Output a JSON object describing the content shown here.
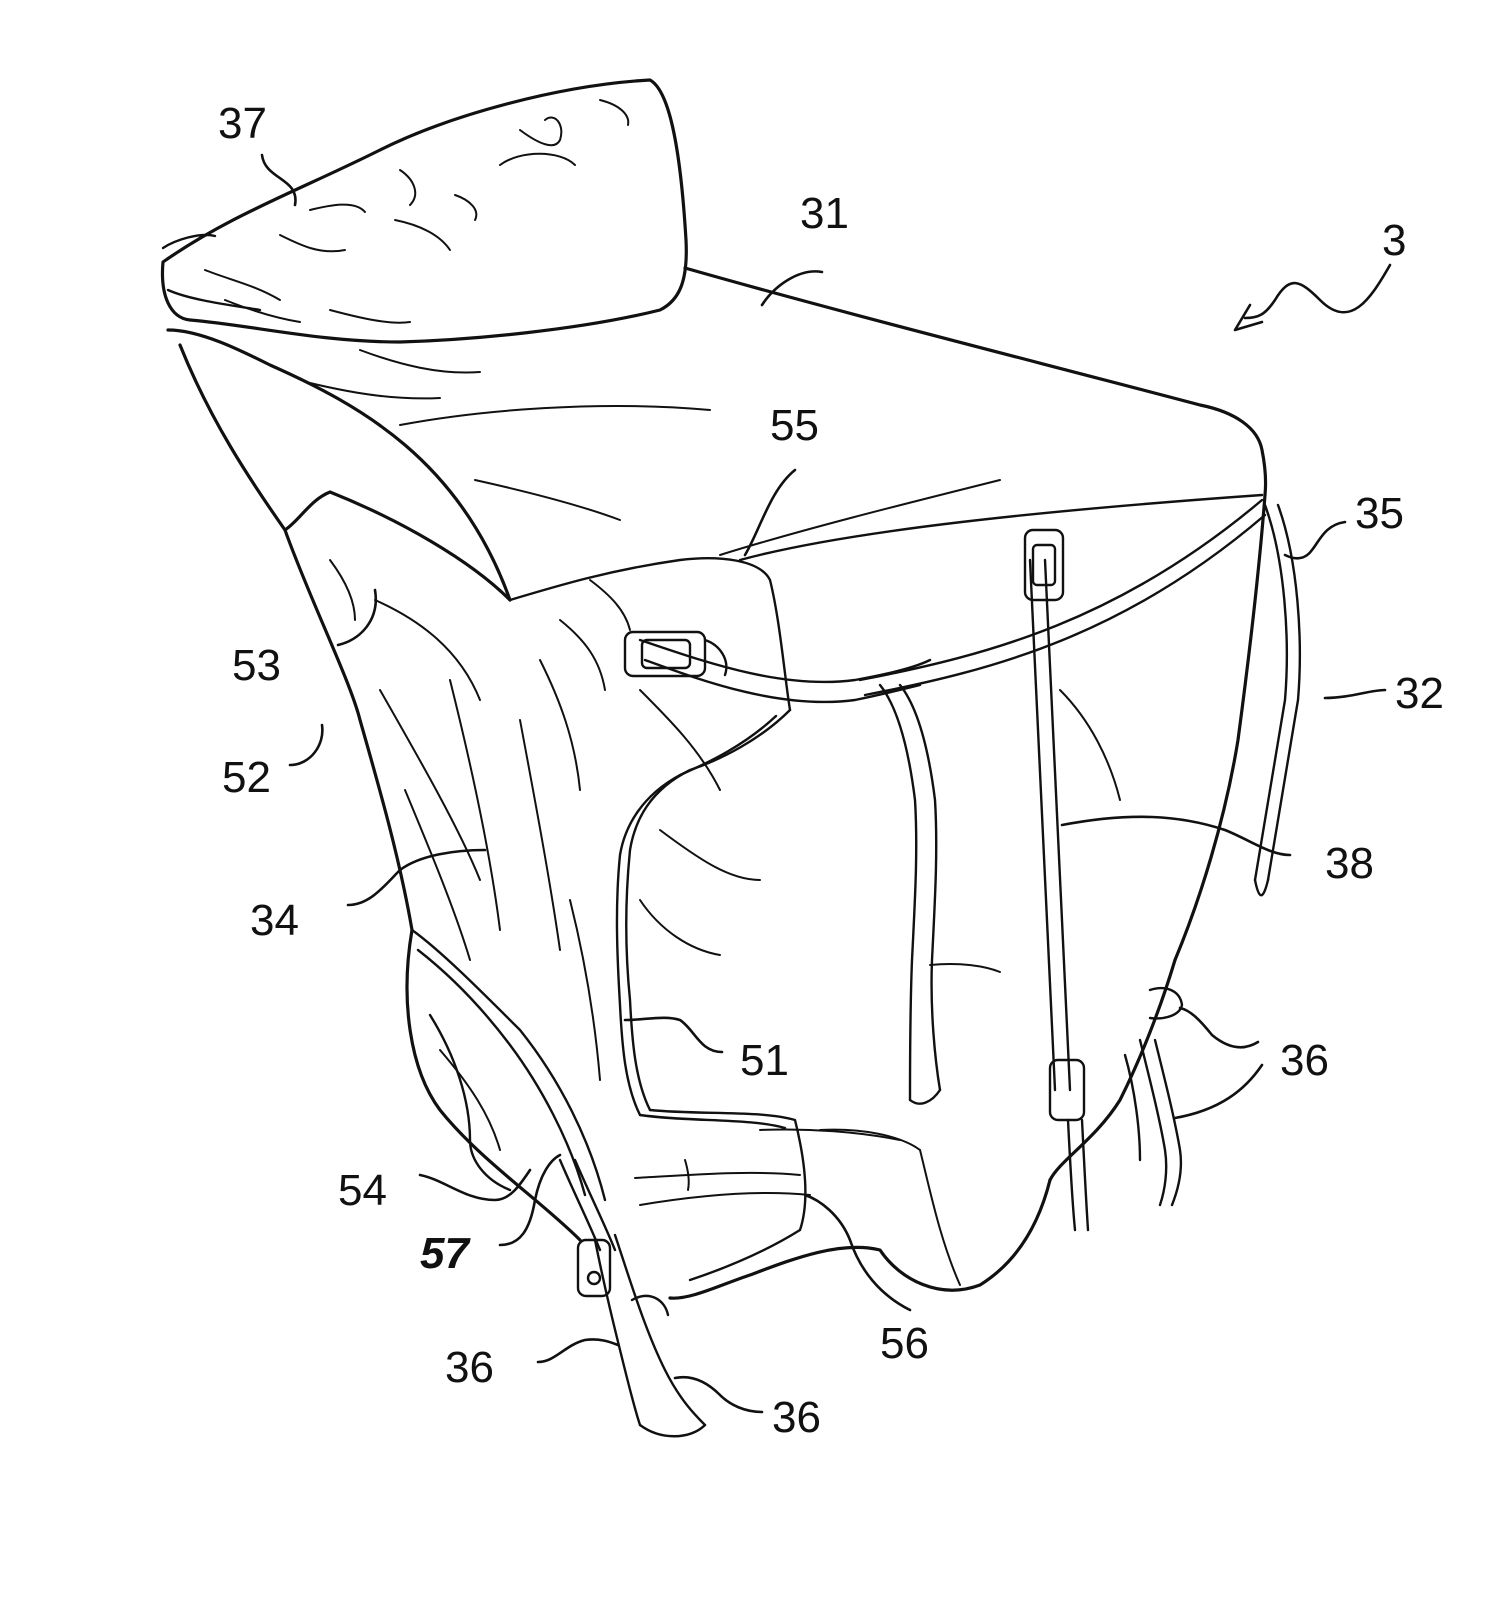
{
  "figure": {
    "reference_labels": {
      "assembly": "3",
      "top_panel": "31",
      "side_panel": "32",
      "front_panel": "34",
      "upper_strap": "35",
      "strap_36_right": "36",
      "strap_36_lower_left": "36",
      "strap_36_lower": "36",
      "headrest": "37",
      "side_strap": "38",
      "opening_edge": "51",
      "front_edge": "52",
      "upper_seam": "53",
      "lower_pocket": "54",
      "buckle": "55",
      "foot_flap": "56",
      "pocket_edge": "57"
    },
    "colors": {
      "ink": "#111111",
      "paper": "#ffffff"
    }
  }
}
